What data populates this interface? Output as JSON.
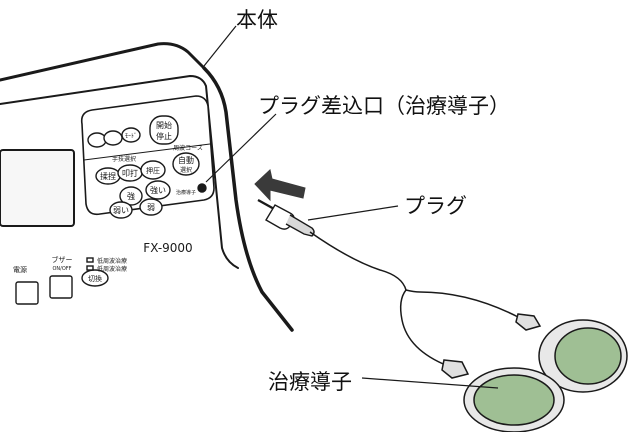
{
  "callouts": {
    "main_unit": "本体",
    "plug_jack": "プラグ差込口（治療導子）",
    "plug": "プラグ",
    "treatment_pad": "治療導子"
  },
  "device": {
    "model": "FX-9000",
    "buttons": {
      "mode_small": "ﾓｰﾄﾞ",
      "start_stop_line1": "開始",
      "start_stop_line2": "停止",
      "hand_select": "手技選択",
      "kneading": "揉捏",
      "tapping": "叩打",
      "pressing": "押圧",
      "freq_course": "周波コース",
      "auto_line1": "自動",
      "auto_line2": "選択",
      "strength_up_label": "強",
      "strength_label": "強い",
      "weak_label": "弱い",
      "weak_down_label": "弱",
      "jack_caption": "治療導子",
      "power_label": "電源",
      "buzzer_label": "ブザー",
      "buzzer_sub": "ON/OFF",
      "low_freq_label": "低周波治療",
      "med_freq_label": "低周波治療",
      "switch_label": "切換"
    }
  },
  "colors": {
    "line": "#1a1a1a",
    "arrow": "#3a3a3a",
    "pad_green": "#9fbf94",
    "pad_rim": "#e8e8e8",
    "device_face": "#ffffff"
  }
}
